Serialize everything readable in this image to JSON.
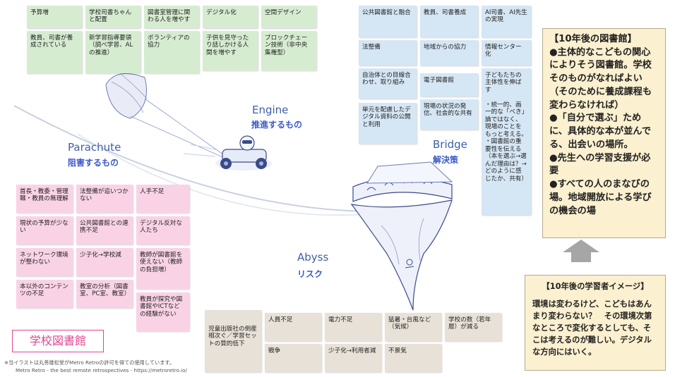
{
  "labels": {
    "engine_en": "Engine",
    "engine_jp": "推進するもの",
    "parachute_en": "Parachute",
    "parachute_jp": "阻害するもの",
    "bridge_en": "Bridge",
    "bridge_jp": "解決策",
    "abyss_en": "Abyss",
    "abyss_jp": "リスク"
  },
  "engine_notes": [
    "予算増",
    "学校司書ちゃんと配置",
    "図書室管理に関わる人を増やす",
    "デジタル化",
    "空間デザイン",
    "教員、司書が養成されている",
    "新学習指導要領（調べ学習、ALの推進）",
    "ボランティアの協力",
    "子供を見守ったり話しかける人間を増やす",
    "ブロックチェーン技術（非中央集権型）"
  ],
  "bridge_notes": [
    "公共図書館と融合",
    "教員、司書養成",
    "AI司書、AI先生の実現",
    "法整備",
    "地域からの協力",
    "情報センター化",
    "自治体との目線合わせ、取り組み",
    "電子図書館",
    "子どもたちの主体性を伸ばす\n\n・統一的、画一的な「べき」論ではなく、現場のことをもっと考える。\n・図書館の重要性を伝える（本を選ぶ→選んだ理由は？→どのように感じたか、共有）",
    "単元を配慮したデジタル資料の公開と利用",
    "現場の状況の発信、社会的な共有"
  ],
  "parachute_notes": [
    "首長・教委・管理職・教員の無理解",
    "法整備が追いつかない",
    "人手不足",
    "現状の予算が少ない",
    "公共図書館との連携不足",
    "デジタル反対な人たち",
    "ネットワーク環境が整わない",
    "少子化→学校減",
    "教師が図書館を使えない（教師の負担増）",
    "本以外のコンテンツの不足",
    "教室の分析（図書室、PC室、教室）",
    "教員が探究や図書館やICTなどの経験がない"
  ],
  "abyss_notes": [
    "児童出版社の倒産相次ぐ／学習セットの質的低下",
    "人員不足",
    "電力不足",
    "猛暑・台風など（気候）",
    "学校の数（若年層）が減る",
    "戦争",
    "少子化→利用者減",
    "不景気"
  ],
  "future_box": {
    "title": "【10年後の図書館】",
    "lines": [
      "●主体的なこどもの関心によりそう図書館。学校そのものがなればよい（そのために養成課程も変わらなければ）",
      "●「自分で選ぶ」ために、具体的な本が並んでる、出会いの場所。",
      "●先生への学習支援が必要",
      "●すべての人のまなびの場。地域開放による学びの機会の場"
    ]
  },
  "learner_box": {
    "title": "【10年後の学習者イメージ】",
    "text": "環境は変わるけど、こどもはあんまり変わらない？　その環境次第なところで変化するとしても、そこは考えるのが難しい。デジタルな方向にはいく。"
  },
  "school_label": "学校図書館",
  "credits": {
    "line1": "※当イラストは丸善雄松堂がMetro Retroの許可を得ての使用しています。",
    "line2": "Metro Retro - the best remote retrospectives - https://metroretro.io/"
  },
  "colors": {
    "engine_note": "#d6ecd1",
    "bridge_note": "#d5e6f4",
    "parachute_note": "#f9d3e5",
    "abyss_note": "#e8e1d8",
    "yellow_box": "#fbf0cf",
    "label_blue": "#3b59c9",
    "school_pink": "#e0458f"
  }
}
